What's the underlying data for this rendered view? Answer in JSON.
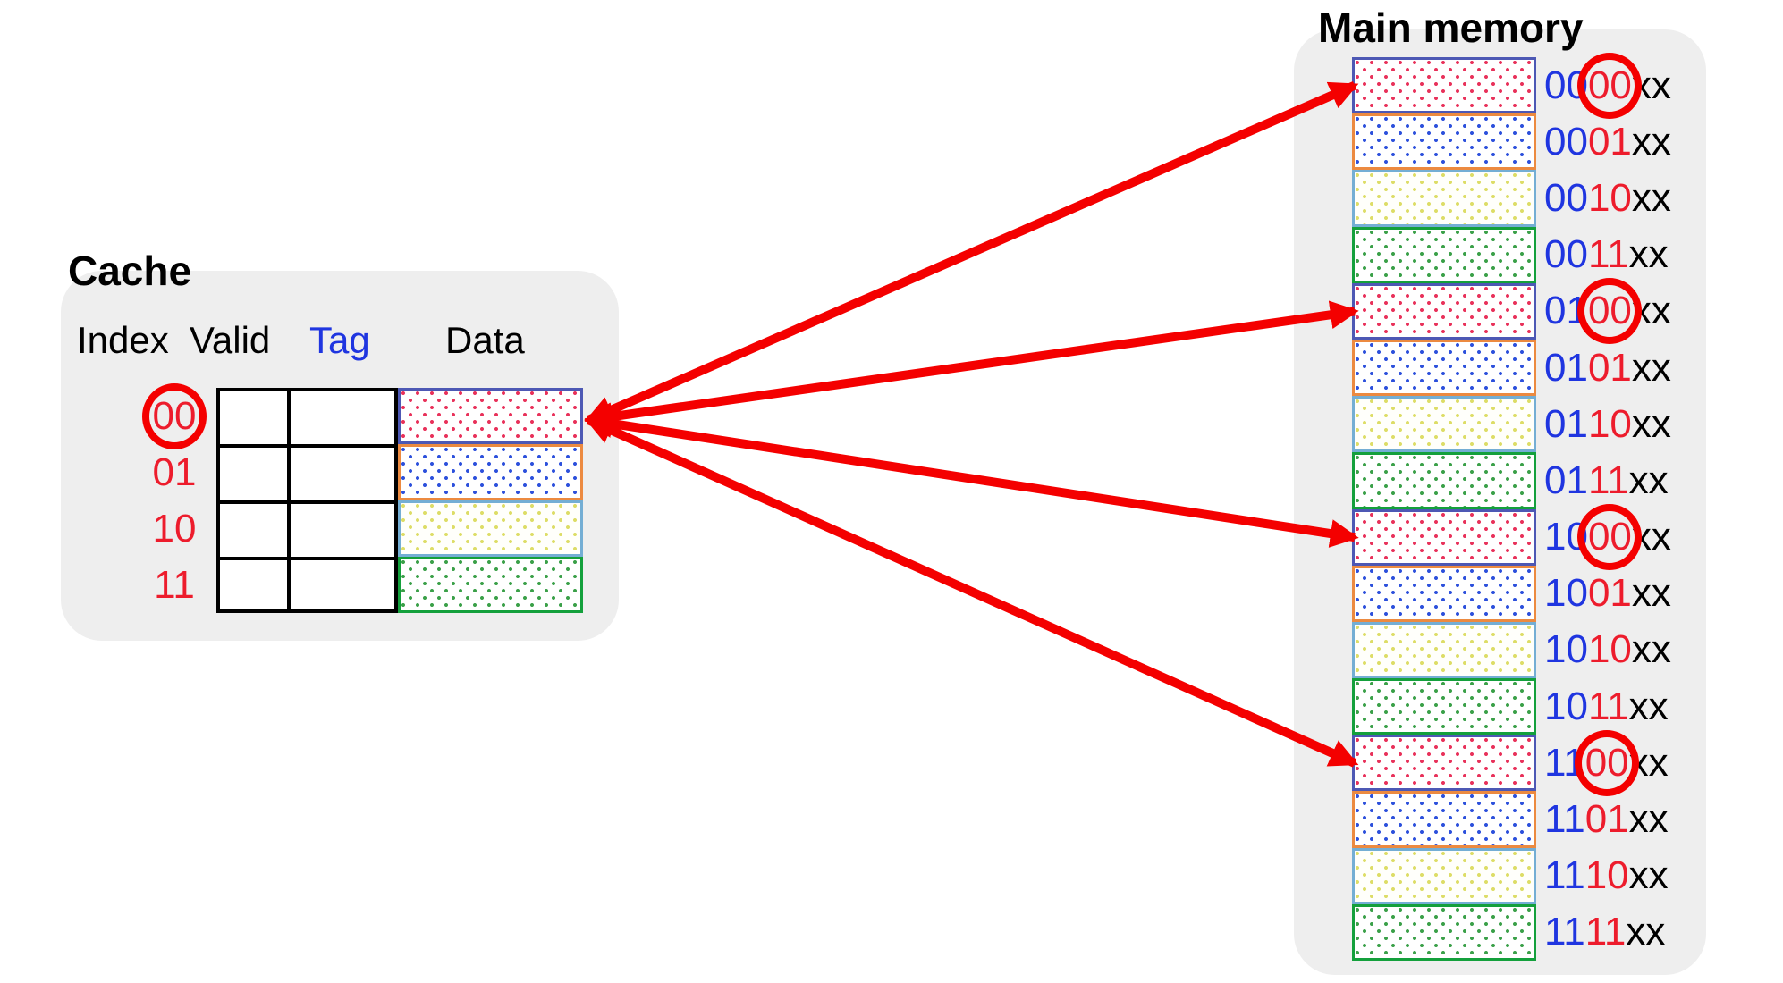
{
  "cache": {
    "title": "Cache",
    "headers": {
      "index": "Index",
      "valid": "Valid",
      "tag": "Tag",
      "data": "Data"
    },
    "rows": [
      {
        "index": "00",
        "circled": true,
        "style": "redDots"
      },
      {
        "index": "01",
        "circled": false,
        "style": "blueDots"
      },
      {
        "index": "10",
        "circled": false,
        "style": "yellowDots"
      },
      {
        "index": "11",
        "circled": false,
        "style": "greenDots"
      }
    ]
  },
  "memory": {
    "title": "Main memory",
    "blocks": [
      {
        "tag": "00",
        "index": "00",
        "offset": "xx",
        "circled": true,
        "arrow": true,
        "style": "redDots"
      },
      {
        "tag": "00",
        "index": "01",
        "offset": "xx",
        "circled": false,
        "arrow": false,
        "style": "blueDots"
      },
      {
        "tag": "00",
        "index": "10",
        "offset": "xx",
        "circled": false,
        "arrow": false,
        "style": "yellowDots"
      },
      {
        "tag": "00",
        "index": "11",
        "offset": "xx",
        "circled": false,
        "arrow": false,
        "style": "greenDots"
      },
      {
        "tag": "01",
        "index": "00",
        "offset": "xx",
        "circled": true,
        "arrow": true,
        "style": "redDots"
      },
      {
        "tag": "01",
        "index": "01",
        "offset": "xx",
        "circled": false,
        "arrow": false,
        "style": "blueDots"
      },
      {
        "tag": "01",
        "index": "10",
        "offset": "xx",
        "circled": false,
        "arrow": false,
        "style": "yellowDots"
      },
      {
        "tag": "01",
        "index": "11",
        "offset": "xx",
        "circled": false,
        "arrow": false,
        "style": "greenDots"
      },
      {
        "tag": "10",
        "index": "00",
        "offset": "xx",
        "circled": true,
        "arrow": true,
        "style": "redDots"
      },
      {
        "tag": "10",
        "index": "01",
        "offset": "xx",
        "circled": false,
        "arrow": false,
        "style": "blueDots"
      },
      {
        "tag": "10",
        "index": "10",
        "offset": "xx",
        "circled": false,
        "arrow": false,
        "style": "yellowDots"
      },
      {
        "tag": "10",
        "index": "11",
        "offset": "xx",
        "circled": false,
        "arrow": false,
        "style": "greenDots"
      },
      {
        "tag": "11",
        "index": "00",
        "offset": "xx",
        "circled": true,
        "arrow": true,
        "style": "redDots"
      },
      {
        "tag": "11",
        "index": "01",
        "offset": "xx",
        "circled": false,
        "arrow": false,
        "style": "blueDots"
      },
      {
        "tag": "11",
        "index": "10",
        "offset": "xx",
        "circled": false,
        "arrow": false,
        "style": "yellowDots"
      },
      {
        "tag": "11",
        "index": "11",
        "offset": "xx",
        "circled": false,
        "arrow": false,
        "style": "greenDots"
      }
    ]
  },
  "colors": {
    "red_accent": "#F40000",
    "digit_red": "#ED1C2C",
    "digit_blue": "#1F35E0",
    "text_black": "#000000",
    "panel_gray": "#EEEEEE",
    "palette": {
      "redDots": {
        "border": "#4D58B4",
        "dot": "#E8315A",
        "fill": "#FFFFFF"
      },
      "blueDots": {
        "border": "#EC8A40",
        "dot": "#2C50DC",
        "fill": "#FFFFFF"
      },
      "yellowDots": {
        "border": "#74AED4",
        "dot": "#DDDD66",
        "fill": "#FFFFFB"
      },
      "greenDots": {
        "border": "#14A03C",
        "dot": "#3AA048",
        "fill": "#FFFFFF"
      }
    }
  }
}
